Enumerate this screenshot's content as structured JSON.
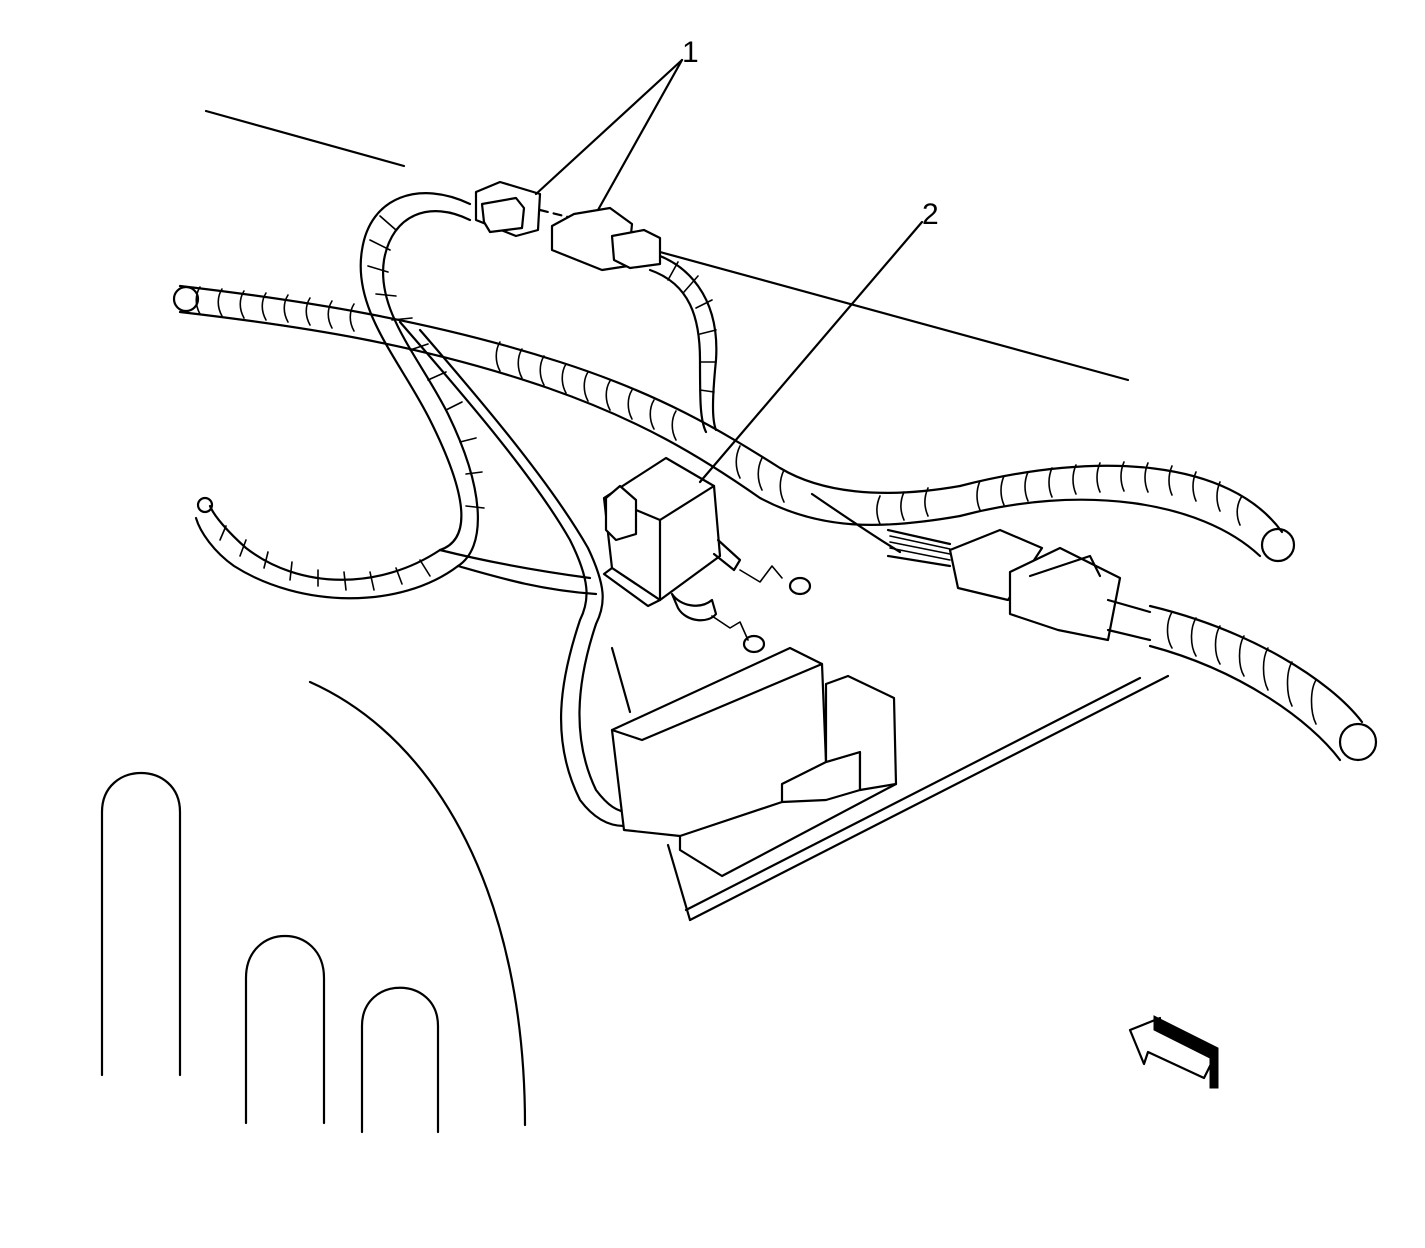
{
  "callouts": [
    {
      "id": "callout-1",
      "label": "1"
    },
    {
      "id": "callout-2",
      "label": "2"
    }
  ],
  "colors": {
    "line": "#000000",
    "background": "#ffffff"
  },
  "icons": {
    "view_arrow": "view-direction-arrow-icon"
  }
}
